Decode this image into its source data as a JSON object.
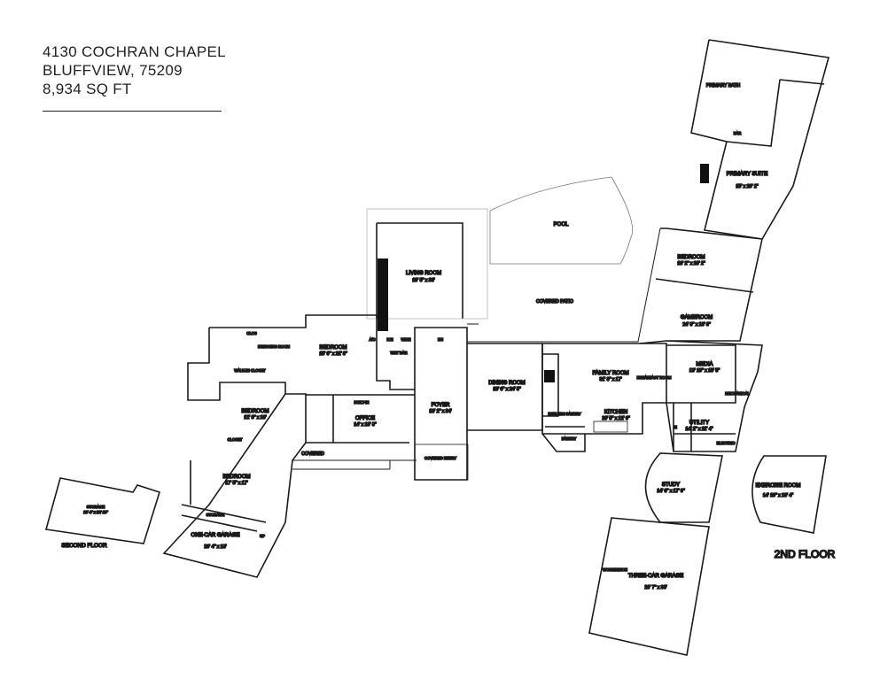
{
  "header": {
    "address": "4130 COCHRAN CHAPEL",
    "area": "BLUFFVIEW, 75209",
    "sqft": "8,934 SQ FT"
  },
  "labels": {
    "second_floor_left": "SECOND  FLOOR",
    "second_floor_right": "2ND FLOOR"
  },
  "rooms": {
    "pool": "POOL",
    "covered_patio": "COVERED PATIO",
    "living_room": {
      "name": "LIVING ROOM",
      "dim": "19' 5\" x 33'"
    },
    "bedroom_1": {
      "name": "BEDROOM",
      "dim": "15' 6\" x 21' 8\""
    },
    "dressing_room": "DRESSING ROOM",
    "bedroom_2": {
      "name": "BEDROOM",
      "dim": "12' 8\" x 19'"
    },
    "bedroom_3": {
      "name": "BEDROOM",
      "dim": "17' 5\" x 17'"
    },
    "one_car_garage": {
      "name": "ONE-CAR GARAGE",
      "dim": "20' 4\" x 13'"
    },
    "office": {
      "name": "OFFICE",
      "dim": "14' x 13' 8\""
    },
    "foyer": {
      "name": "FOYER",
      "dim": "13' 2\" x 34'"
    },
    "covered_entry": "COVERED ENTRY",
    "covered": "COVERED",
    "dining_room": {
      "name": "DINING ROOM",
      "dim": "18' 6\" x 24' 5\""
    },
    "family_room": {
      "name": "FAMILY ROOM",
      "dim": "31' 3\" x 17'"
    },
    "kitchen": {
      "name": "KITCHEN",
      "dim": "20' 5\" x 12' 6\""
    },
    "butlers_pantry": "BUTLERS PANTRY",
    "pantry": "PANTRY",
    "gameroom": {
      "name": "GAMEROOM",
      "dim": "24' 8\" x 13' 8\""
    },
    "bedroom_4": {
      "name": "BEDROOM",
      "dim": "16' 2\" x 18' 2\""
    },
    "media": {
      "name": "MEDIA",
      "dim": "13' 10\" x 15' 5\""
    },
    "utility": {
      "name": "UTILITY",
      "dim": "14' 2\" x 11' 4\""
    },
    "electric": "ELECTRIC",
    "study": {
      "name": "STUDY",
      "dim": "14' 6\" x 17' 9\""
    },
    "three_car_garage": {
      "name": "THREE-CAR GARAGE",
      "dim": "23' 7\" x 33'"
    },
    "primary_bath": "PRIMARY BATH",
    "primary_suite": {
      "name": "PRIMARY SUITE",
      "dim": "15' x 20' 2\""
    },
    "storage_left": {
      "name": "STORAGE",
      "dim": "20' 4\" x 12' 10\""
    },
    "exercise_room": {
      "name": "EXERCISE ROOM",
      "dim": "14' 10\" x 19' 4\""
    }
  },
  "small_labels": {
    "walk_in_closet": "WALK-IN CLOSET",
    "closet": "CLOSET",
    "clos": "CLOS",
    "built_in": "BUILT-IN",
    "storage": "STORAGE",
    "wet_bar": "WET BAR",
    "ice": "ICE",
    "wine": "WINE",
    "ac": "A/C",
    "dn": "DN",
    "up": "UP",
    "bar": "BAR",
    "mechanical": "MECHANICAL",
    "workbench": "WORKBENCH",
    "breakfast_room": "BREAKFAST ROOM",
    "bi": "BI"
  }
}
